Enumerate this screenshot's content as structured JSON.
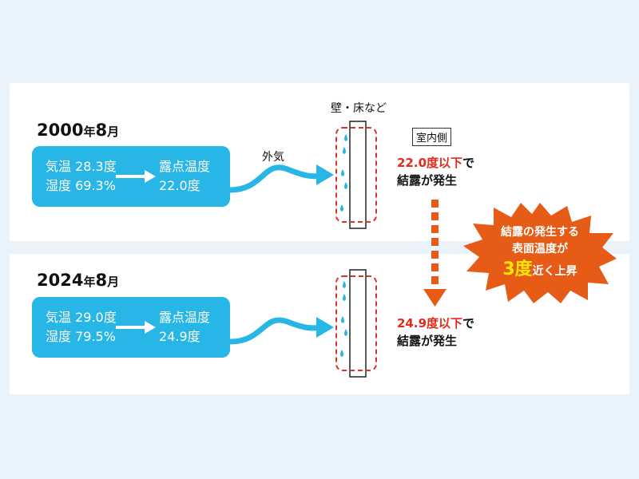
{
  "labels": {
    "wall": "壁・床など",
    "outside_air": "外気",
    "indoor": "室内側"
  },
  "cases": [
    {
      "year_num": "2000",
      "year_unit": "年",
      "month_num": "8",
      "month_unit": "月",
      "temp_line": "気温 28.3度",
      "humidity_line": "湿度 69.3%",
      "dew_label": "露点温度",
      "dew_value": "22.0度",
      "threshold": "22.0度以下",
      "threshold_suffix": "で",
      "result": "結露が発生"
    },
    {
      "year_num": "2024",
      "year_unit": "年",
      "month_num": "8",
      "month_unit": "月",
      "temp_line": "気温 29.0度",
      "humidity_line": "湿度 79.5%",
      "dew_label": "露点温度",
      "dew_value": "24.9度",
      "threshold": "24.9度以下",
      "threshold_suffix": "で",
      "result": "結露が発生"
    }
  ],
  "callout": {
    "line1": "結露の発生する",
    "line2": "表面温度が",
    "number": "3度",
    "line3_suffix": "近く上昇"
  },
  "colors": {
    "box_blue": "#27b6e6",
    "threshold_red": "#e22b1b",
    "dashed_outline": "#d9342b",
    "burst_orange": "#e65b16",
    "highlight_yellow": "#ffe600"
  }
}
